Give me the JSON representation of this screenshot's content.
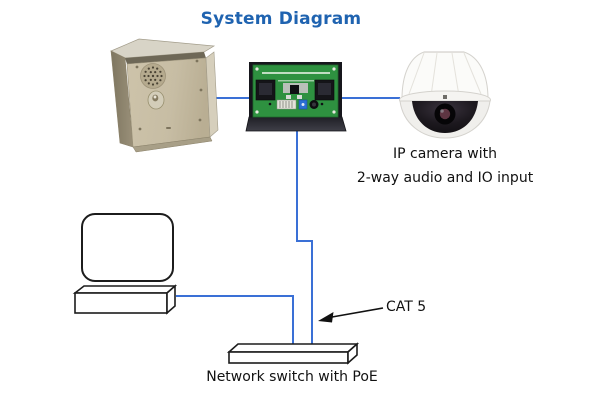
{
  "title": {
    "text": "System Diagram"
  },
  "labels": {
    "camera_caption_line1": "IP camera with",
    "camera_caption_line2": "2-way audio and IO input",
    "cable_label": "CAT 5",
    "switch_label": "Network switch with PoE"
  },
  "colors": {
    "title_blue": "#1f63b0",
    "connector_blue": "#3a70d6",
    "pcb_green": "#2e9140",
    "intercom_tan": "#c7bda4",
    "outline_black": "#1c1c1c"
  },
  "nodes": [
    {
      "id": "door-intercom",
      "icon": "door-intercom-photo"
    },
    {
      "id": "controller-board",
      "icon": "circuit-board-photo"
    },
    {
      "id": "ip-camera",
      "icon": "dome-camera-photo"
    },
    {
      "id": "computer",
      "icon": "computer-outline"
    },
    {
      "id": "network-switch",
      "icon": "switch-outline-3d"
    }
  ],
  "connections": [
    {
      "from": "door-intercom",
      "to": "controller-board"
    },
    {
      "from": "controller-board",
      "to": "ip-camera"
    },
    {
      "from": "controller-board",
      "to": "network-switch",
      "label": "CAT 5"
    },
    {
      "from": "computer",
      "to": "network-switch"
    }
  ]
}
